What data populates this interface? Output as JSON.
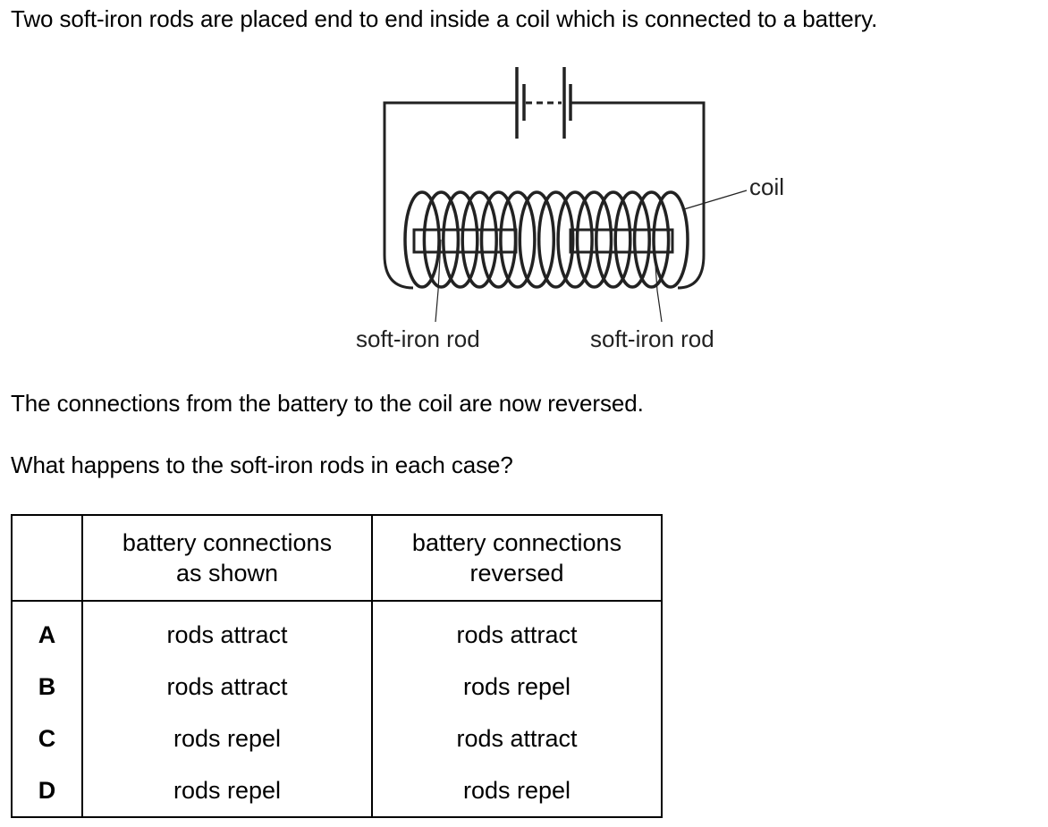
{
  "question": {
    "intro": "Two soft-iron rods are placed end to end inside a coil which is connected to a battery.",
    "statement": "The connections from the battery to the coil are now reversed.",
    "prompt": "What happens to the soft-iron rods in each case?"
  },
  "diagram": {
    "labels": {
      "coil": "coil",
      "left_rod": "soft-iron rod",
      "right_rod": "soft-iron rod"
    },
    "components": [
      "battery",
      "coil",
      "soft-iron rod",
      "soft-iron rod"
    ],
    "coil_turns": 14
  },
  "options_table": {
    "headers": [
      "",
      "battery connections\nas shown",
      "battery connections\nreversed"
    ],
    "header_lines": {
      "col1": [
        "battery connections",
        "as shown"
      ],
      "col2": [
        "battery connections",
        "reversed"
      ]
    },
    "rows": [
      {
        "letter": "A",
        "as_shown": "rods attract",
        "reversed": "rods attract"
      },
      {
        "letter": "B",
        "as_shown": "rods attract",
        "reversed": "rods repel"
      },
      {
        "letter": "C",
        "as_shown": "rods repel",
        "reversed": "rods attract"
      },
      {
        "letter": "D",
        "as_shown": "rods repel",
        "reversed": "rods repel"
      }
    ]
  }
}
